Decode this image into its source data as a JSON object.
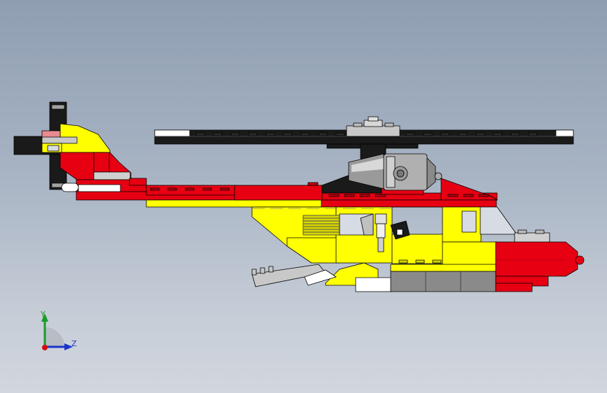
{
  "viewport": {
    "model": "helicopter-assembly",
    "background_top": "#8f9eb2",
    "background_bottom": "#d2d7de"
  },
  "colors": {
    "red": "#e60012",
    "dark_red": "#b00010",
    "yellow": "#ffff00",
    "dark_yellow": "#d8d800",
    "black": "#1a1a1a",
    "white": "#ffffff",
    "light_gray": "#c8c8c8",
    "gray": "#8a8a8a",
    "dark_gray": "#5a5a5a",
    "glass": "#d7dbe3"
  },
  "triad": {
    "y_label": "Y",
    "z_label": "Z",
    "y_color": "#1a9a2a",
    "z_color": "#1a34c8",
    "origin_color": "#d01010"
  }
}
